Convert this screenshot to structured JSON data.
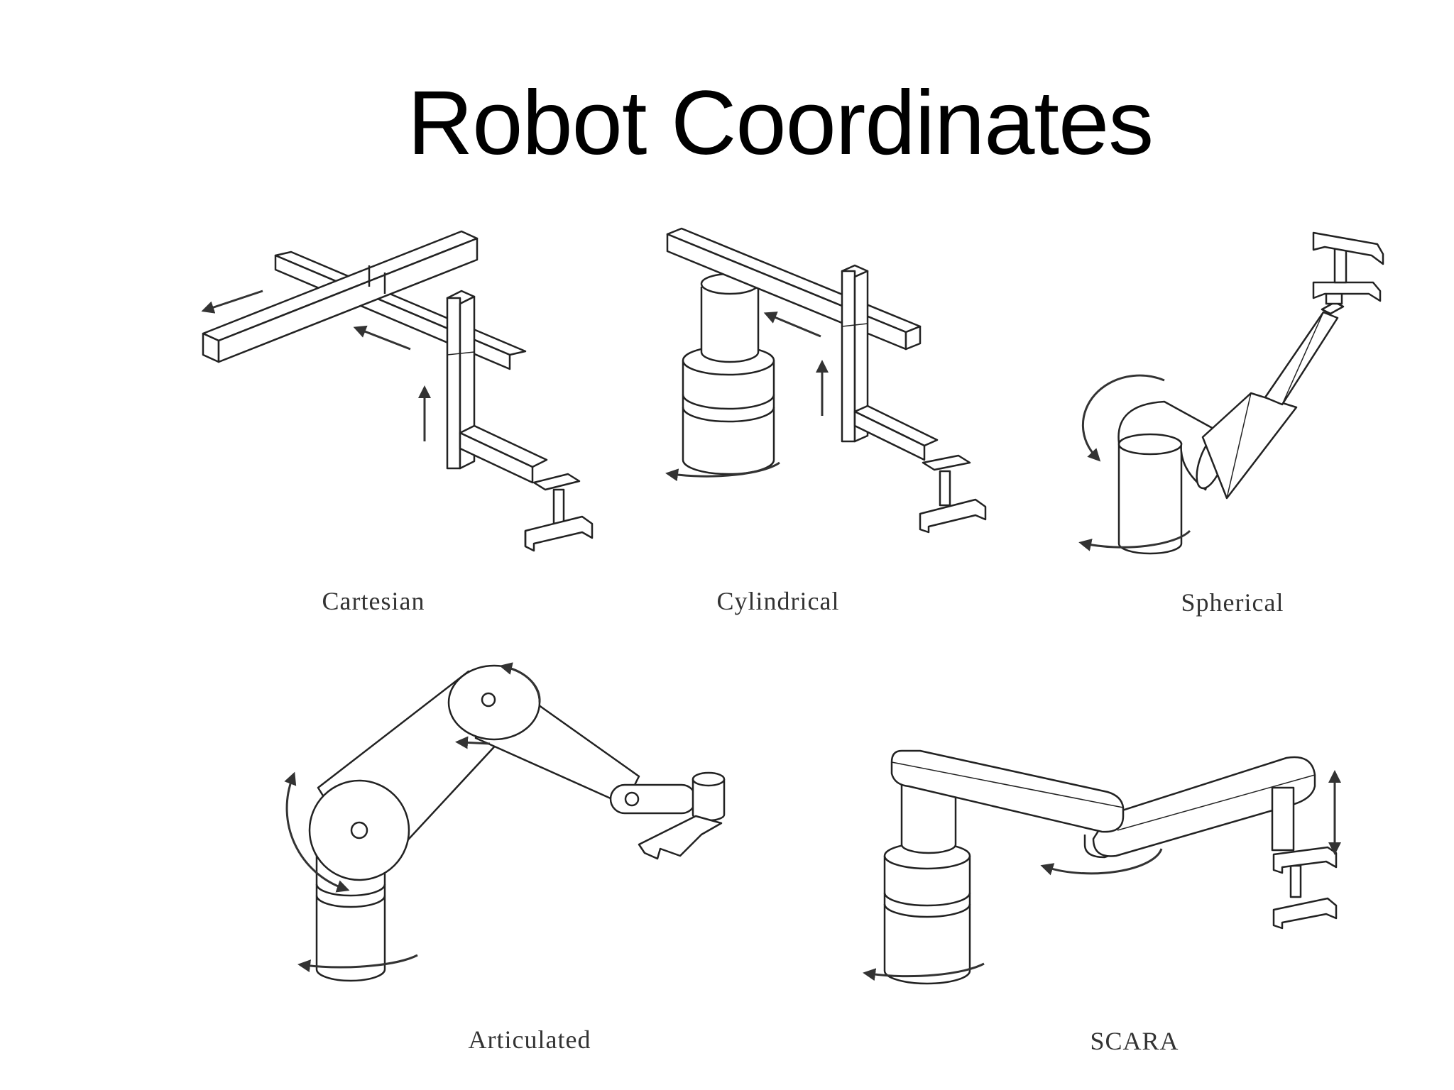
{
  "title": "Robot Coordinates",
  "diagrams": {
    "cartesian": "Cartesian",
    "cylindrical": "Cylindrical",
    "spherical": "Spherical",
    "articulated": "Articulated",
    "scara": "SCARA"
  }
}
